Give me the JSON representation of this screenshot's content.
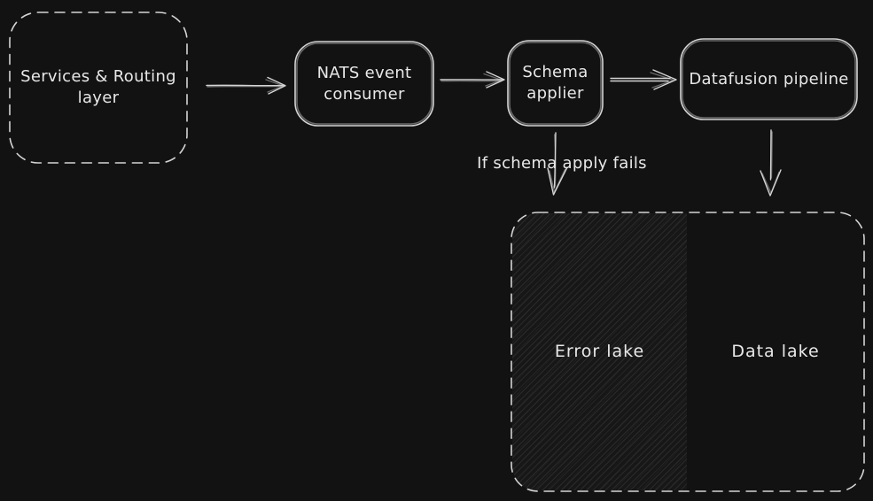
{
  "colors": {
    "background": "#121212",
    "stroke": "#d4d4d4",
    "text": "#e8e8e8",
    "hatch": "#2a2a2a"
  },
  "nodes": {
    "services": {
      "label": "Services & Routing\nlayer"
    },
    "nats": {
      "label": "NATS event\nconsumer"
    },
    "schema": {
      "label": "Schema\napplier"
    },
    "datafusion": {
      "label": "Datafusion pipeline"
    },
    "error_lake": {
      "label": "Error lake"
    },
    "data_lake": {
      "label": "Data lake"
    }
  },
  "edges": [
    {
      "from": "Services & Routing layer",
      "to": "NATS event consumer",
      "label": ""
    },
    {
      "from": "NATS event consumer",
      "to": "Schema applier",
      "label": ""
    },
    {
      "from": "Schema applier",
      "to": "Datafusion pipeline",
      "label": ""
    },
    {
      "from": "Schema applier",
      "to": "Error lake",
      "label": "If schema apply fails"
    },
    {
      "from": "Datafusion pipeline",
      "to": "Data lake",
      "label": ""
    }
  ]
}
